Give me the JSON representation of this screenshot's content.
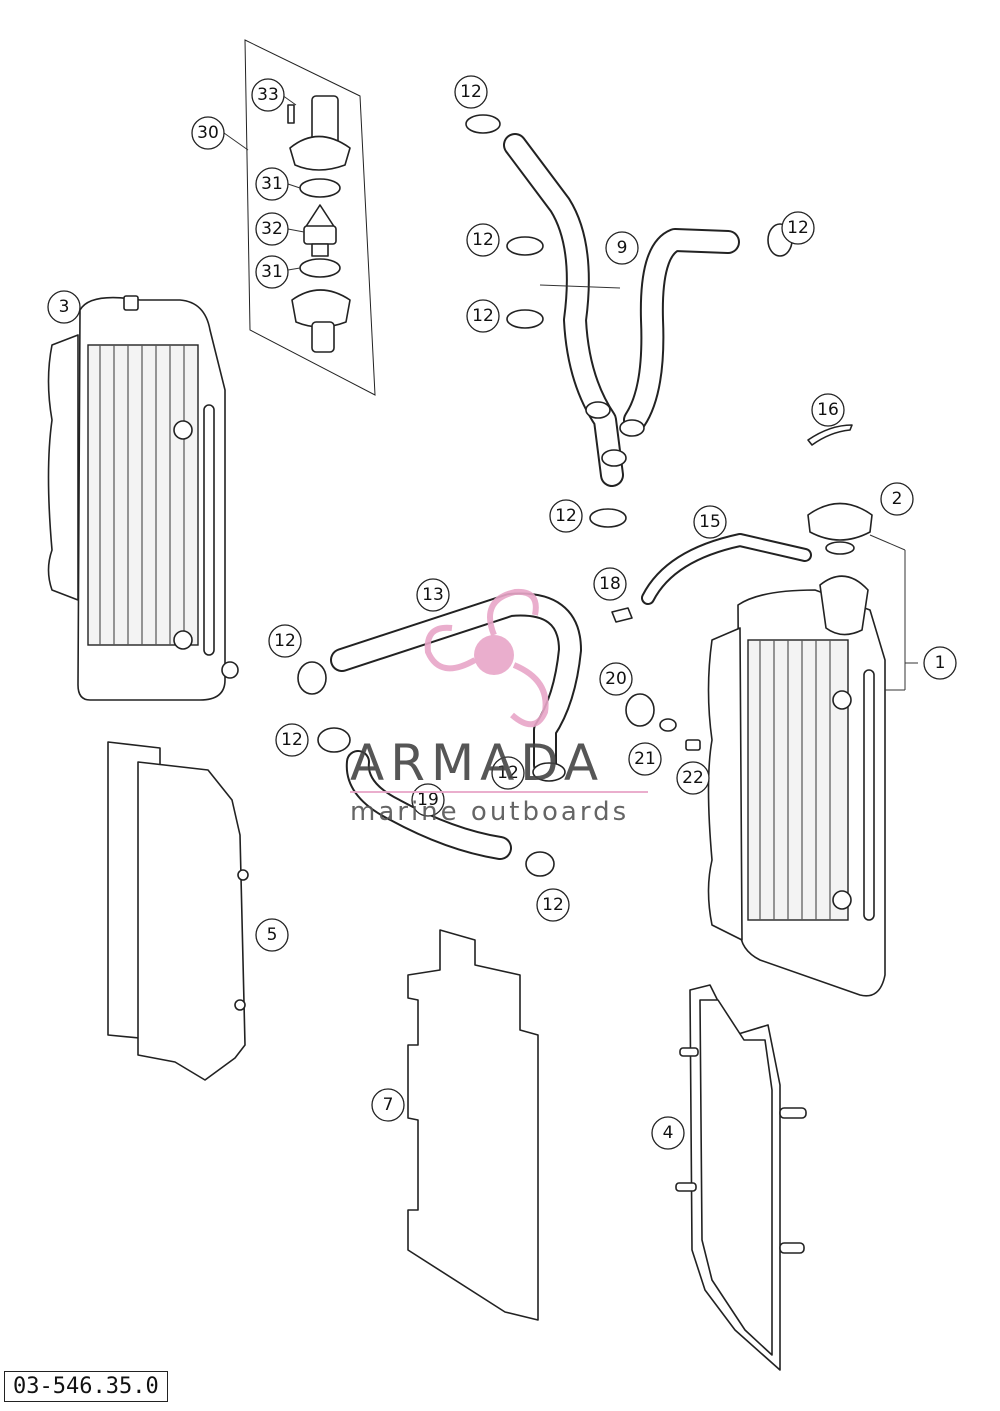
{
  "diagram": {
    "callouts": [
      "1",
      "2",
      "3",
      "4",
      "5",
      "7",
      "9",
      "12",
      "13",
      "15",
      "16",
      "18",
      "19",
      "20",
      "21",
      "22",
      "30",
      "31",
      "32",
      "33"
    ],
    "document_number": "03-546.35.0"
  },
  "watermark": {
    "brand": "ARMADA",
    "tagline": "marine outboards",
    "color": "#e8a6c8"
  }
}
